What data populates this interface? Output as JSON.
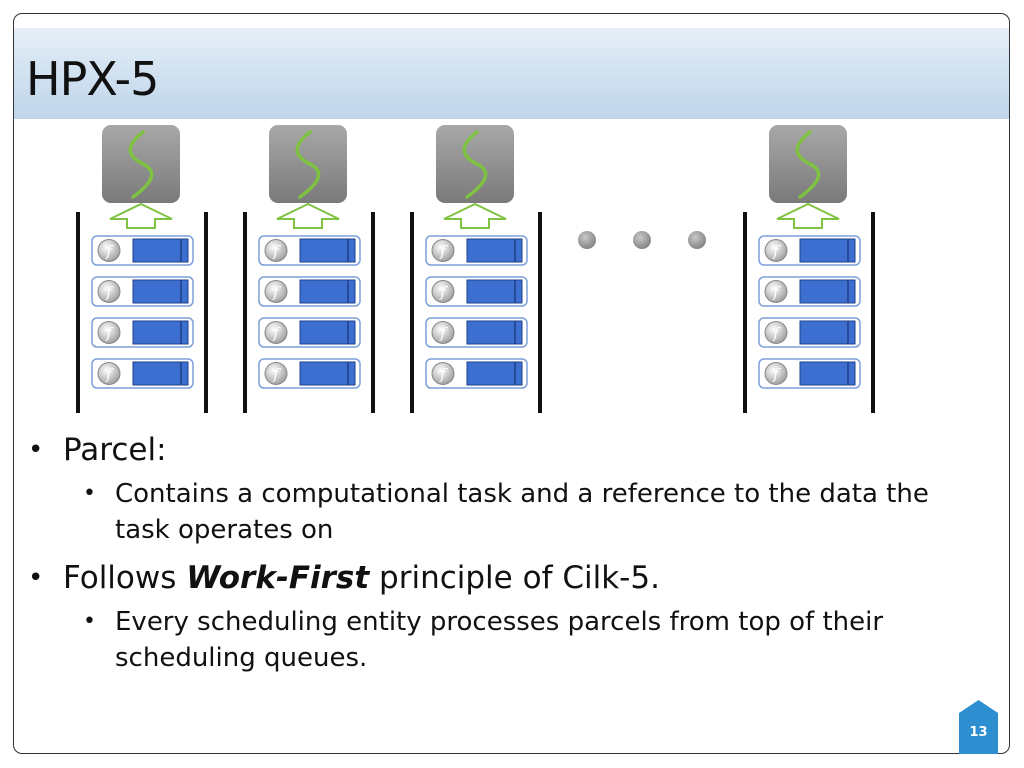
{
  "slide": {
    "title": "HPX-5",
    "page_number": "13"
  },
  "diagram": {
    "queue_count_visible": 4,
    "parcels_per_queue": 4,
    "parcel_glyph": "f",
    "ellipsis": "…",
    "icons": {
      "worker": "thread-squiggle-icon",
      "arrow": "up-arrow-icon",
      "parcel": "function-f-icon"
    },
    "colors": {
      "worker_box": "#8c8c8c",
      "squiggle": "#7fc241",
      "arrow_stroke": "#7fc241",
      "data_block": "#3d6fd1",
      "parcel_border": "#7a9fd8",
      "queue_wall": "#111111"
    }
  },
  "bullets": [
    {
      "text": "Parcel:",
      "sub": [
        "Contains a computational task and a reference to the data the task operates on"
      ]
    },
    {
      "prefix": "Follows ",
      "emphasis": "Work-First",
      "suffix": " principle of Cilk-5.",
      "sub": [
        "Every scheduling entity processes parcels from top of their scheduling queues."
      ]
    }
  ]
}
